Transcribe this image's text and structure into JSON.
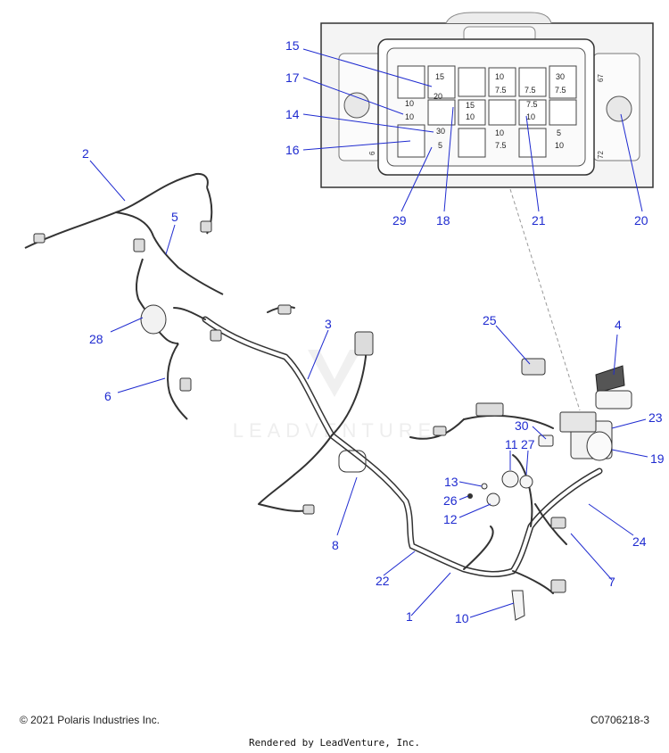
{
  "watermark": "LEADVENTURE",
  "fuse_box": {
    "fuse_labels": [
      "15",
      "20",
      "10",
      "10",
      "30",
      "5",
      "15",
      "10",
      "10",
      "7.5",
      "7.5",
      "10",
      "7.5",
      "30",
      "7.5",
      "7.5",
      "10",
      "5",
      "10"
    ],
    "side_labels": [
      "67",
      "72",
      "6"
    ]
  },
  "callouts": [
    "15",
    "17",
    "14",
    "16",
    "29",
    "18",
    "21",
    "20",
    "2",
    "5",
    "28",
    "6",
    "3",
    "25",
    "4",
    "23",
    "19",
    "30",
    "11",
    "27",
    "13",
    "26",
    "12",
    "8",
    "22",
    "1",
    "10",
    "7",
    "24"
  ],
  "footer": {
    "copyright": "© 2021 Polaris Industries Inc.",
    "diagram_id": "C0706218-3",
    "rendered_by": "Rendered by LeadVenture, Inc."
  }
}
